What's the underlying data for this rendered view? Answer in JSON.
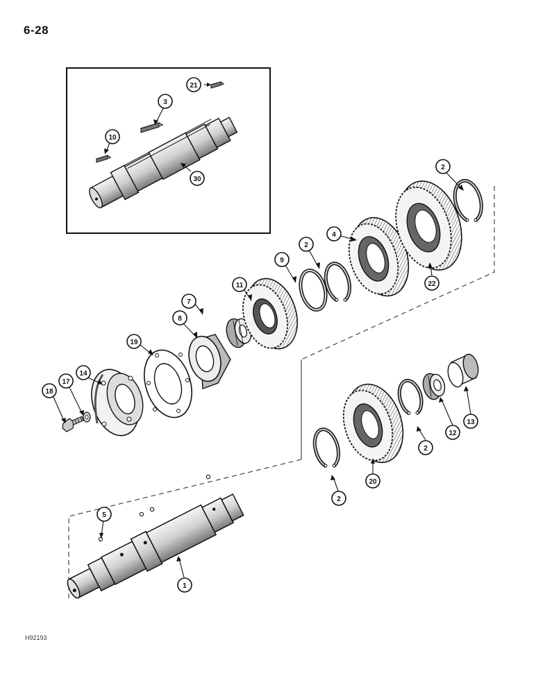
{
  "page": {
    "number": "6-28",
    "figure_code": "H92193"
  },
  "colors": {
    "ink": "#111111",
    "shade": "#777777",
    "paper": "#ffffff"
  },
  "callouts": {
    "inset_21": "21",
    "inset_3": "3",
    "inset_10": "10",
    "inset_30": "30",
    "c2a": "2",
    "c22": "22",
    "c4": "4",
    "c2b": "2",
    "c9": "9",
    "c11": "11",
    "c7": "7",
    "c8": "8",
    "c19": "19",
    "c14": "14",
    "c17": "17",
    "c18": "18",
    "c13": "13",
    "c12": "12",
    "c2c": "2",
    "c20": "20",
    "c2d": "2",
    "c5": "5",
    "c1": "1"
  }
}
